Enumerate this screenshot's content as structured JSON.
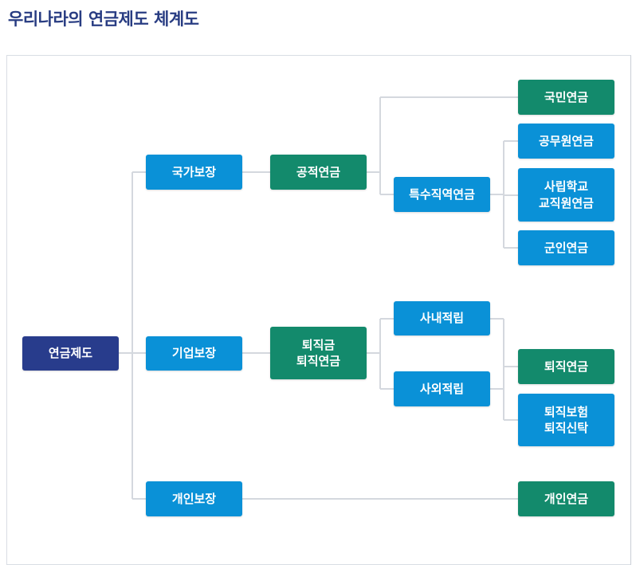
{
  "title": "우리나라의 연금제도 체계도",
  "nodes": {
    "root": "연금제도",
    "national": "국가보장",
    "corporate": "기업보장",
    "personal": "개인보장",
    "public_pension": "공적연금",
    "retirement_pension": "퇴직금\n퇴직연금",
    "special_occupation": "특수직역연금",
    "in_house": "사내적립",
    "external": "사외적립",
    "national_pension": "국민연금",
    "civil_servant": "공무원연금",
    "private_school": "사립학교\n교직원연금",
    "military": "군인연금",
    "retire_pension_out": "퇴직연금",
    "retire_insurance": "퇴직보험\n퇴직신탁",
    "personal_pension": "개인연금"
  },
  "colors": {
    "root": "#283c8c",
    "category": "#0a91d7",
    "product": "#138a6c",
    "line": "#d4d8de"
  }
}
